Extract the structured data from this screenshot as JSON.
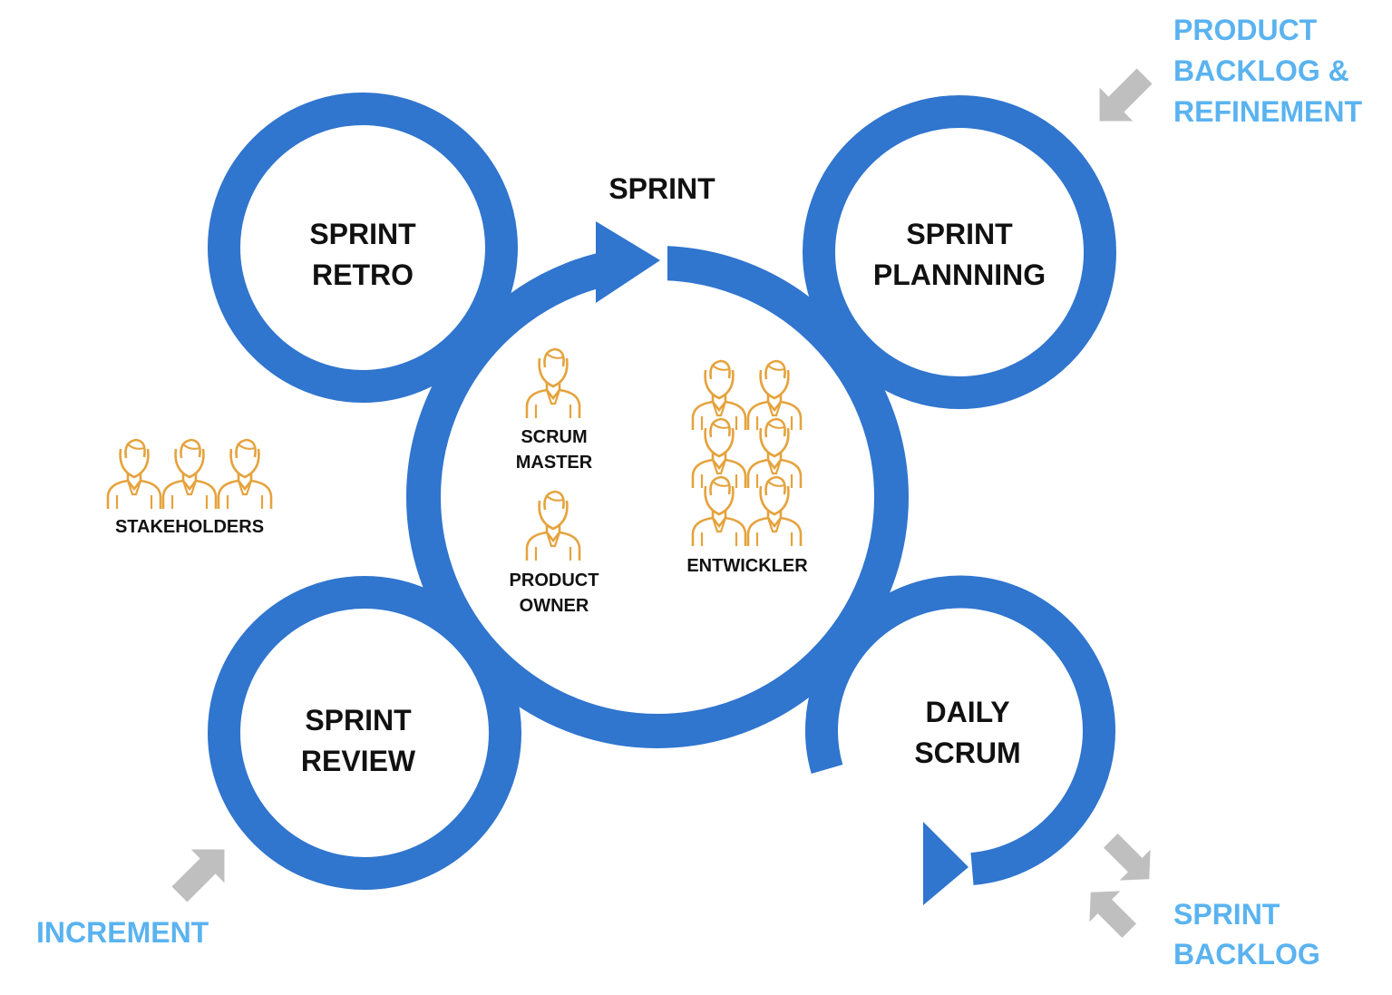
{
  "colors": {
    "ring": "#3075CE",
    "person": "#E5A33D",
    "label_blue": "#5AB3F0",
    "arrow_gray": "#BFBFBF",
    "text": "#111111",
    "background": "#FFFFFF"
  },
  "center": {
    "sprint_label": "SPRINT",
    "scrum_master": [
      "SCRUM",
      "MASTER"
    ],
    "product_owner": [
      "PRODUCT",
      "OWNER"
    ],
    "developers": "ENTWICKLER"
  },
  "events": {
    "retro": [
      "SPRINT",
      "RETRO"
    ],
    "planning": [
      "SPRINT",
      "PLANNNING"
    ],
    "review": [
      "SPRINT",
      "REVIEW"
    ],
    "daily": [
      "DAILY",
      "SCRUM"
    ]
  },
  "stakeholders": "STAKEHOLDERS",
  "artifacts": {
    "product_backlog": [
      "PRODUCT",
      "BACKLOG &",
      "REFINEMENT"
    ],
    "increment": "INCREMENT",
    "sprint_backlog": [
      "SPRINT",
      "BACKLOG"
    ]
  },
  "icons": {
    "person": "person-icon",
    "flow_arrow": "arrowhead-icon",
    "input_arrow": "gray-arrow-icon"
  }
}
